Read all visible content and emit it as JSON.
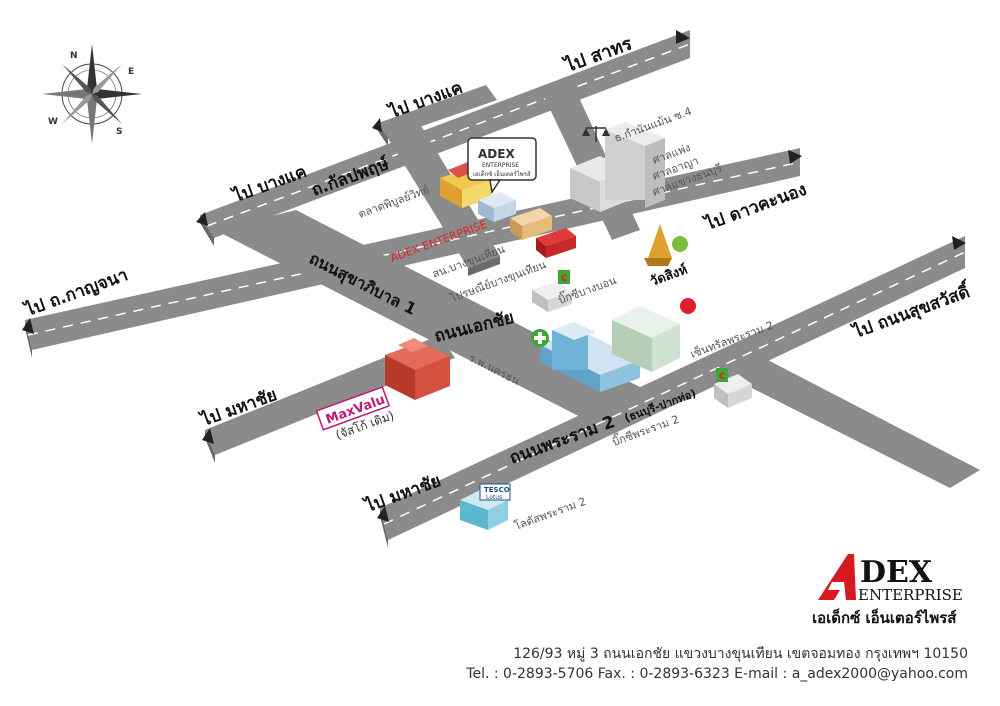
{
  "map": {
    "destinations": {
      "sathorn": "ไป สาทร",
      "bangkhae_top": "ไป บางแค",
      "bangkhae_left": "ไป บางแค",
      "kanchana": "ไป ถ.กาญจนา",
      "daokanong": "ไป ดาวคะนอง",
      "suksawat": "ไป ถนนสุขสวัสดิ์",
      "mahachai_mid": "ไป มหาชัย",
      "mahachai_bottom": "ไป มหาชัย"
    },
    "roads": {
      "kalapaphruek": "ถ.กัลปพฤษ์",
      "sukhaphiban1": "ถนนสุขาภิบาล 1",
      "ekkachai": "ถนนเอกชัย",
      "rama2": "ถนนพระราม 2",
      "rama2_sub": "(ธนบุรี-ปากท่อ)"
    },
    "places": {
      "talad": "ตลาดพิบูลย์วิทย์",
      "adex_label": "ADEX ENTERPRISE",
      "office": "สน.บางขุนเทียน",
      "post": "ไปรษณีย์บางขุนเทียน",
      "bigc_bangbon": "บิ๊กซีบางบอน",
      "court_dept": "ธ.กำนันแม้น ซ.4",
      "court1": "ศาลแพ่ง",
      "court2": "ศาลอาญา",
      "court3": "ศาลแขวงธนบุรี",
      "wat_sing": "วัดสิงห์",
      "hospital": "ร.พ.นครธน",
      "central": "เซ็นทรัลพระราม 2",
      "bigc_rama2": "บิ๊กซีพระราม 2",
      "maxvalu": "MaxValu",
      "maxvalu_sub": "(จัสโก้ เดิม)",
      "lotus": "โลตัสพระราม 2",
      "tesco": "TESCO",
      "lotus_logo": "Lotus"
    },
    "sign": {
      "brand_top": "ADEX",
      "brand_bottom": "ENTERPRISE",
      "thai": "เอเด็กซ์ เอ็นเตอร์ไพรส์"
    },
    "compass": {
      "n": "N",
      "e": "E",
      "s": "S",
      "w": "W"
    },
    "colors": {
      "road": "#8c8c8c",
      "road_dark": "#6e6e6e",
      "accent_red": "#e0202a",
      "arrow": "#333333"
    }
  },
  "logo": {
    "letter": "A",
    "dex": "DEX",
    "enterprise": "ENTERPRISE",
    "thai": "เอเด็กซ์ เอ็นเตอร์ไพรส์"
  },
  "footer": {
    "address": "126/93 หมู่ 3 ถนนเอกชัย แขวงบางขุนเทียน เขตจอมทอง กรุงเทพฯ 10150",
    "contact": "Tel. : 0-2893-5706 Fax. : 0-2893-6323   E-mail : a_adex2000@yahoo.com"
  }
}
